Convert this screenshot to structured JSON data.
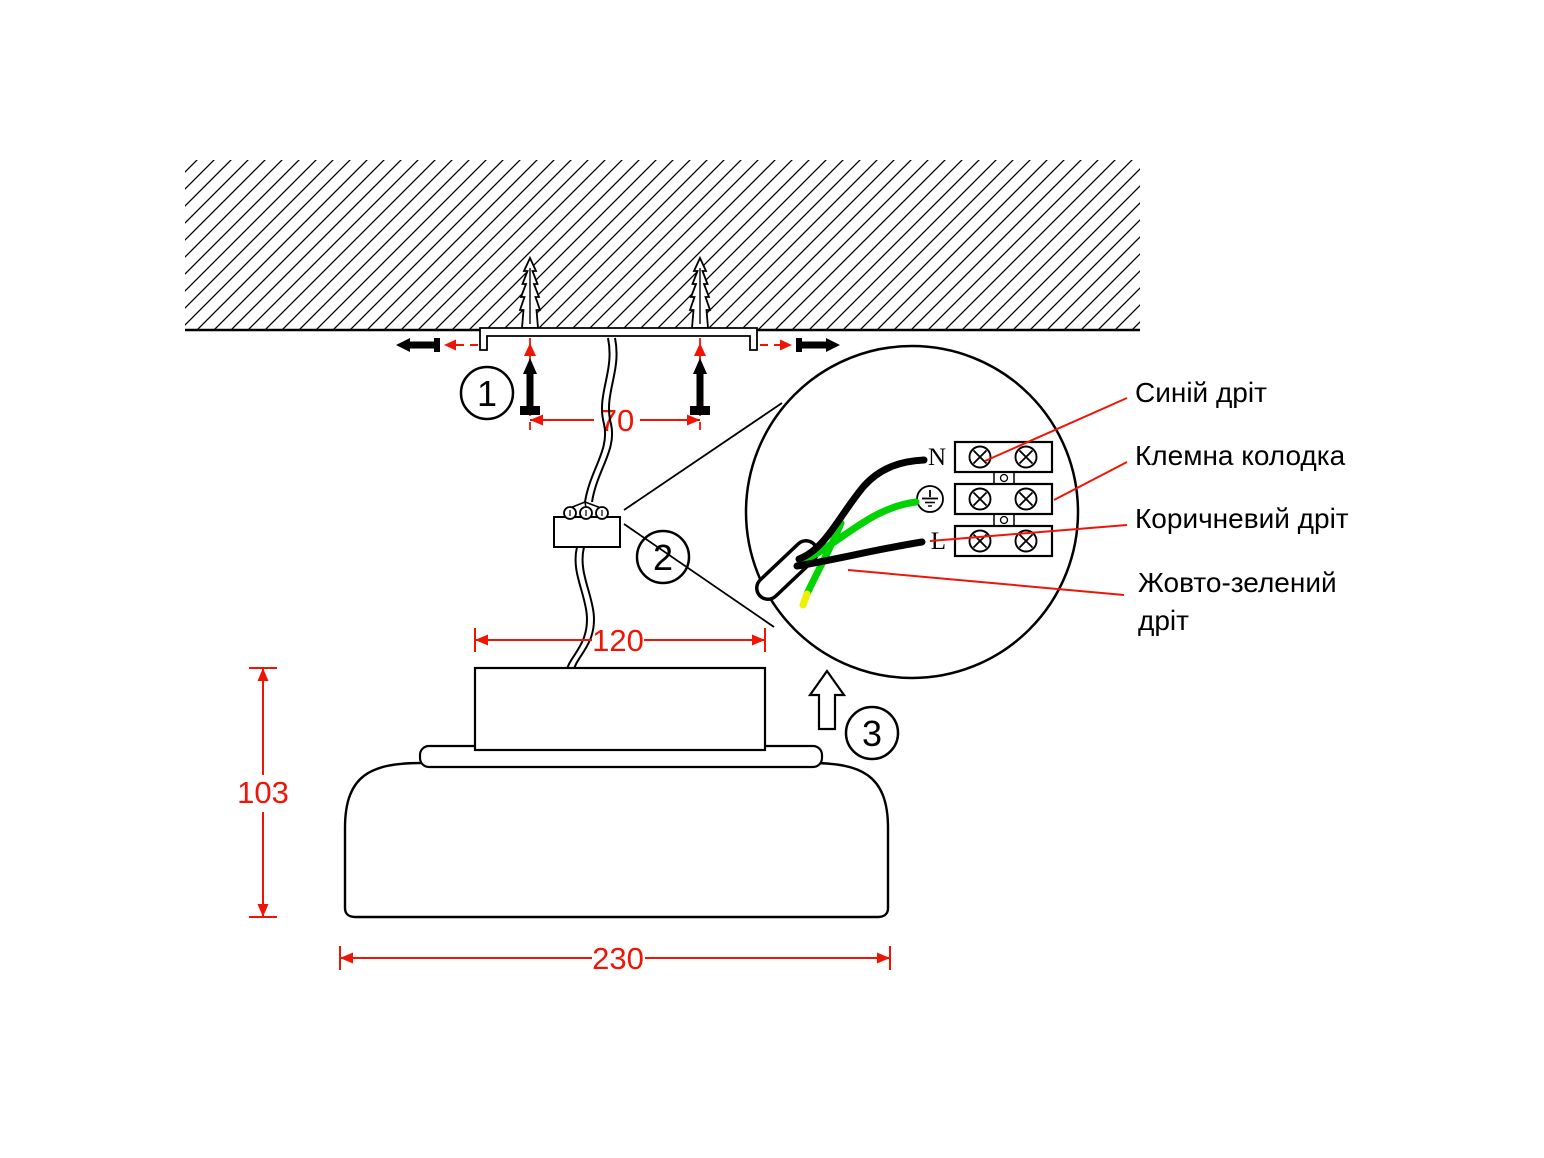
{
  "steps": [
    {
      "label": "1"
    },
    {
      "label": "2"
    },
    {
      "label": "3"
    }
  ],
  "dimensions": {
    "screw_spacing": "70",
    "canopy_width": "120",
    "body_height": "103",
    "shade_diameter": "230"
  },
  "terminals": {
    "neutral": "N",
    "live": "L"
  },
  "callouts": {
    "blue_wire": "Синій дріт",
    "terminal_block": "Клемна колодка",
    "brown_wire": "Коричневий дріт",
    "yellow_green_wire_line1": "Жовто-зелений",
    "yellow_green_wire_line2": "дріт"
  },
  "colors": {
    "line": "#000000",
    "annotation_red": "#ee1506",
    "ground_wire_green": "#00d300",
    "ground_wire_tip_yellow": "#eef000"
  }
}
